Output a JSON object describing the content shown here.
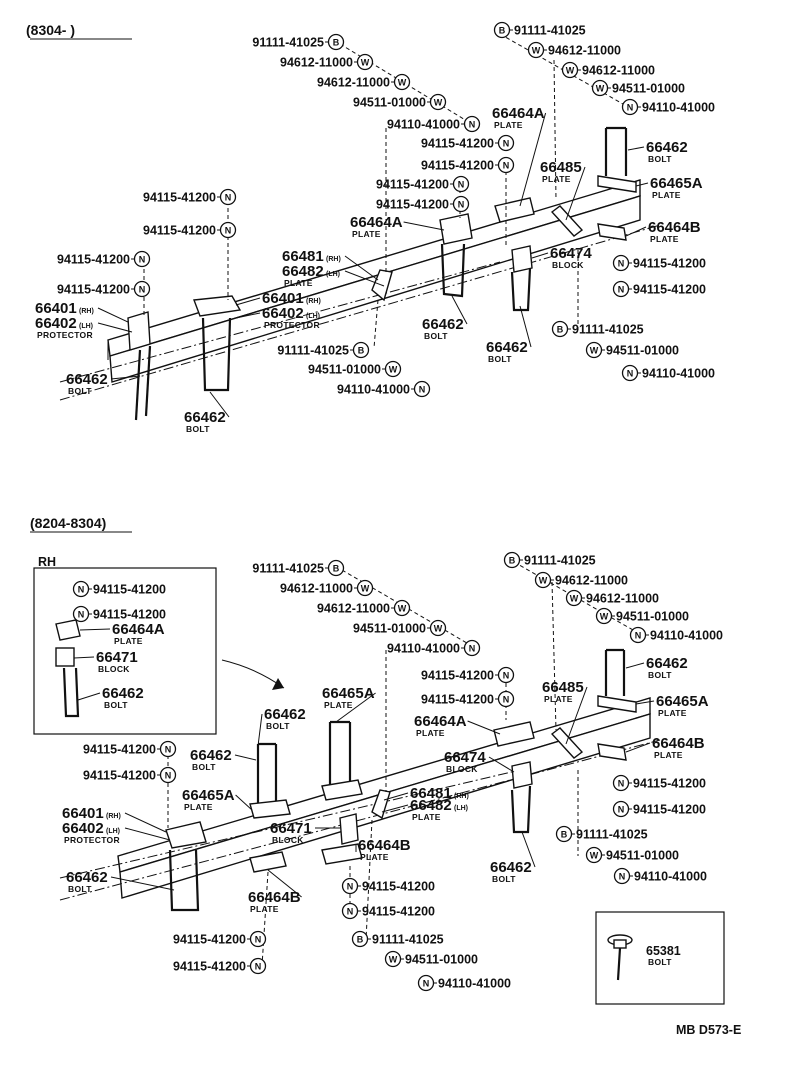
{
  "headers": {
    "top_range": "(8304-        )",
    "bottom_range": "(8204-8304)",
    "rh_box": "RH",
    "footer_code": "MB D573-E"
  },
  "top": {
    "callouts": [
      {
        "sym": "B",
        "num": "91111-41025"
      },
      {
        "sym": "W",
        "num": "94612-11000"
      },
      {
        "sym": "W",
        "num": "94612-11000"
      },
      {
        "sym": "W",
        "num": "94511-01000"
      },
      {
        "sym": "N",
        "num": "94110-41000"
      },
      {
        "sym": "B",
        "num": "91111-41025"
      },
      {
        "sym": "W",
        "num": "94612-11000"
      },
      {
        "sym": "W",
        "num": "94612-11000"
      },
      {
        "sym": "W",
        "num": "94511-01000"
      },
      {
        "sym": "N",
        "num": "94110-41000"
      },
      {
        "sym": "N",
        "num": "94115-41200"
      },
      {
        "sym": "N",
        "num": "94115-41200"
      },
      {
        "sym": "N",
        "num": "94115-41200"
      },
      {
        "sym": "N",
        "num": "94115-41200"
      },
      {
        "sym": "N",
        "num": "94115-41200"
      },
      {
        "sym": "N",
        "num": "94115-41200"
      },
      {
        "sym": "N",
        "num": "94115-41200"
      },
      {
        "sym": "N",
        "num": "94115-41200"
      },
      {
        "sym": "N",
        "num": "94115-41200"
      },
      {
        "sym": "N",
        "num": "94115-41200"
      },
      {
        "sym": "B",
        "num": "91111-41025"
      },
      {
        "sym": "W",
        "num": "94511-01000"
      },
      {
        "sym": "N",
        "num": "94110-41000"
      },
      {
        "sym": "B",
        "num": "91111-41025"
      },
      {
        "sym": "W",
        "num": "94511-01000"
      },
      {
        "sym": "N",
        "num": "94110-41000"
      }
    ],
    "parts": [
      {
        "num": "66464A",
        "caption": "PLATE"
      },
      {
        "num": "66462",
        "caption": "BOLT"
      },
      {
        "num": "66485",
        "caption": "PLATE"
      },
      {
        "num": "66465A",
        "caption": "PLATE"
      },
      {
        "num": "66464A",
        "caption": "PLATE"
      },
      {
        "num": "66464B",
        "caption": "PLATE"
      },
      {
        "num": "66481",
        "tag": "(RH)"
      },
      {
        "num": "66482",
        "tag": "(LH)",
        "caption": "PLATE"
      },
      {
        "num": "66474",
        "caption": "BLOCK"
      },
      {
        "num": "66401",
        "tag": "(RH)"
      },
      {
        "num": "66402",
        "tag": "(LH)",
        "caption": "PROTECTOR"
      },
      {
        "num": "66401",
        "tag": "(RH)"
      },
      {
        "num": "66402",
        "tag": "(LH)",
        "caption": "PROTECTOR"
      },
      {
        "num": "66462",
        "caption": "BOLT"
      },
      {
        "num": "66462",
        "caption": "BOLT"
      },
      {
        "num": "66462",
        "caption": "BOLT"
      },
      {
        "num": "66462",
        "caption": "BOLT"
      }
    ]
  },
  "rh_inset": {
    "callouts": [
      {
        "sym": "N",
        "num": "94115-41200"
      },
      {
        "sym": "N",
        "num": "94115-41200"
      }
    ],
    "parts": [
      {
        "num": "66464A",
        "caption": "PLATE"
      },
      {
        "num": "66471",
        "caption": "BLOCK"
      },
      {
        "num": "66462",
        "caption": "BOLT"
      }
    ]
  },
  "bottom": {
    "callouts": [
      {
        "sym": "B",
        "num": "91111-41025"
      },
      {
        "sym": "W",
        "num": "94612-11000"
      },
      {
        "sym": "W",
        "num": "94612-11000"
      },
      {
        "sym": "W",
        "num": "94511-01000"
      },
      {
        "sym": "N",
        "num": "94110-41000"
      },
      {
        "sym": "B",
        "num": "91111-41025"
      },
      {
        "sym": "W",
        "num": "94612-11000"
      },
      {
        "sym": "W",
        "num": "94612-11000"
      },
      {
        "sym": "W",
        "num": "94511-01000"
      },
      {
        "sym": "N",
        "num": "94110-41000"
      },
      {
        "sym": "N",
        "num": "94115-41200"
      },
      {
        "sym": "N",
        "num": "94115-41200"
      },
      {
        "sym": "N",
        "num": "94115-41200"
      },
      {
        "sym": "N",
        "num": "94115-41200"
      },
      {
        "sym": "N",
        "num": "94115-41200"
      },
      {
        "sym": "N",
        "num": "94115-41200"
      },
      {
        "sym": "N",
        "num": "94115-41200"
      },
      {
        "sym": "N",
        "num": "94115-41200"
      },
      {
        "sym": "N",
        "num": "94115-41200"
      },
      {
        "sym": "N",
        "num": "94115-41200"
      },
      {
        "sym": "B",
        "num": "91111-41025"
      },
      {
        "sym": "W",
        "num": "94511-01000"
      },
      {
        "sym": "N",
        "num": "94110-41000"
      },
      {
        "sym": "B",
        "num": "91111-41025"
      },
      {
        "sym": "W",
        "num": "94511-01000"
      },
      {
        "sym": "N",
        "num": "94110-41000"
      }
    ],
    "parts": [
      {
        "num": "66462",
        "caption": "BOLT"
      },
      {
        "num": "66485",
        "caption": "PLATE"
      },
      {
        "num": "66465A",
        "caption": "PLATE"
      },
      {
        "num": "66464A",
        "caption": "PLATE"
      },
      {
        "num": "66464B",
        "caption": "PLATE"
      },
      {
        "num": "66474",
        "caption": "BLOCK"
      },
      {
        "num": "66481",
        "tag": "(RH)"
      },
      {
        "num": "66482",
        "tag": "(LH)",
        "caption": "PLATE"
      },
      {
        "num": "66465A",
        "caption": "PLATE"
      },
      {
        "num": "66462",
        "caption": "BOLT"
      },
      {
        "num": "66462",
        "caption": "BOLT"
      },
      {
        "num": "66465A",
        "caption": "PLATE"
      },
      {
        "num": "66401",
        "tag": "(RH)"
      },
      {
        "num": "66402",
        "tag": "(LH)",
        "caption": "PROTECTOR"
      },
      {
        "num": "66471",
        "caption": "BLOCK"
      },
      {
        "num": "66464B",
        "caption": "PLATE"
      },
      {
        "num": "66462",
        "caption": "BOLT"
      },
      {
        "num": "66464B",
        "caption": "PLATE"
      },
      {
        "num": "66462",
        "caption": "BOLT"
      }
    ]
  },
  "bolt_box": {
    "num": "65381",
    "caption": "BOLT"
  }
}
